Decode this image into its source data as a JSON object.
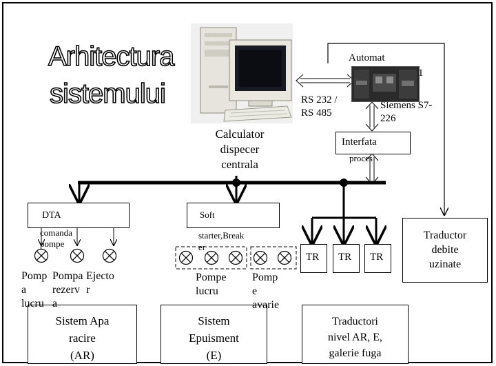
{
  "title": {
    "line1": "Arhitectura",
    "line2": "sistemului"
  },
  "computer": {
    "label1": "Calculator",
    "label2": "dispecer",
    "label3": "centrala",
    "icon": "computer-icon"
  },
  "plc": {
    "label1": "Automat",
    "label2": "Siemens S7-",
    "label3": "226",
    "suffix": "1",
    "icon": "plc-icon"
  },
  "link": {
    "label1": "RS 232 /",
    "label2": "RS 485"
  },
  "interface": {
    "label1": "Interfata",
    "label2": "proces"
  },
  "dta": {
    "label1": "DTA",
    "label2": "comanda",
    "label3": "pompe"
  },
  "soft": {
    "label1": "Soft",
    "label2": "starter,Break",
    "label3": "er"
  },
  "traductor_debite": {
    "label1": "Traductor",
    "label2": "debite",
    "label3": "uzinate"
  },
  "tr_label": "TR",
  "ar_labels": {
    "pompa_lucru": [
      "Pomp",
      "a",
      "lucru"
    ],
    "pompa_rezerva": [
      "Pompa",
      "rezerv",
      "a"
    ],
    "ejector": [
      "Ejecto",
      "r"
    ]
  },
  "e_labels": {
    "pompe_lucru": [
      "Pompe",
      "lucru"
    ],
    "pompe_avarie": [
      "Pomp",
      "e",
      "avarie"
    ]
  },
  "systems": {
    "ar": [
      "Sistem Apa",
      "racire",
      "(AR)"
    ],
    "e": [
      "Sistem",
      "Epuisment",
      "(E)"
    ],
    "tr": [
      "Traductori",
      "nivel AR, E,",
      "galerie fuga"
    ]
  }
}
